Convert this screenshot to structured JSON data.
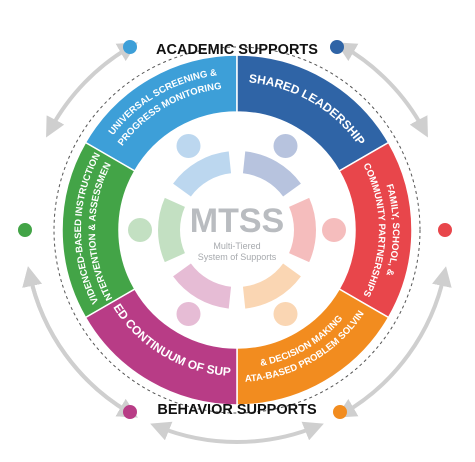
{
  "header": {
    "academic": "ACADEMIC SUPPORTS",
    "behavior": "BEHAVIOR SUPPORTS"
  },
  "center": {
    "title": "MTSS",
    "subtitle_line1": "Multi-Tiered",
    "subtitle_line2": "System of Supports"
  },
  "segments": [
    {
      "name": "universal-screening",
      "line1": "UNIVERSAL SCREENING &",
      "line2": "PROGRESS MONITORING",
      "color": "#3d9fd8"
    },
    {
      "name": "shared-leadership",
      "line1": "SHARED LEADERSHIP",
      "line2": "",
      "color": "#2f64a6"
    },
    {
      "name": "family-school-community",
      "line1": "FAMILY, SCHOOL, &",
      "line2": "COMMUNITY PARTNERSHIPS",
      "color": "#e8464b"
    },
    {
      "name": "data-based-problem-solving",
      "line1": "DATA-BASED PROBLEM SOLVING",
      "line2": "& DECISION MAKING",
      "color": "#f28c1f"
    },
    {
      "name": "layered-continuum",
      "line1": "LAYERED CONTINUUM OF SUPPORTS",
      "line2": "",
      "color": "#b83c86"
    },
    {
      "name": "evidence-based-instruction",
      "line1": "EVIDENCED-BASED INSTRUCTION,",
      "line2": "INTERVENTION & ASSESSMENT",
      "color": "#43a447"
    }
  ],
  "nodes": {
    "blue_light": "#3d9fd8",
    "blue_dark": "#2f64a6",
    "red": "#e8464b",
    "orange": "#f28c1f",
    "magenta": "#b83c86",
    "green": "#43a447"
  },
  "icons": [
    "people-circle-icon",
    "cycle-arrows-icon"
  ]
}
